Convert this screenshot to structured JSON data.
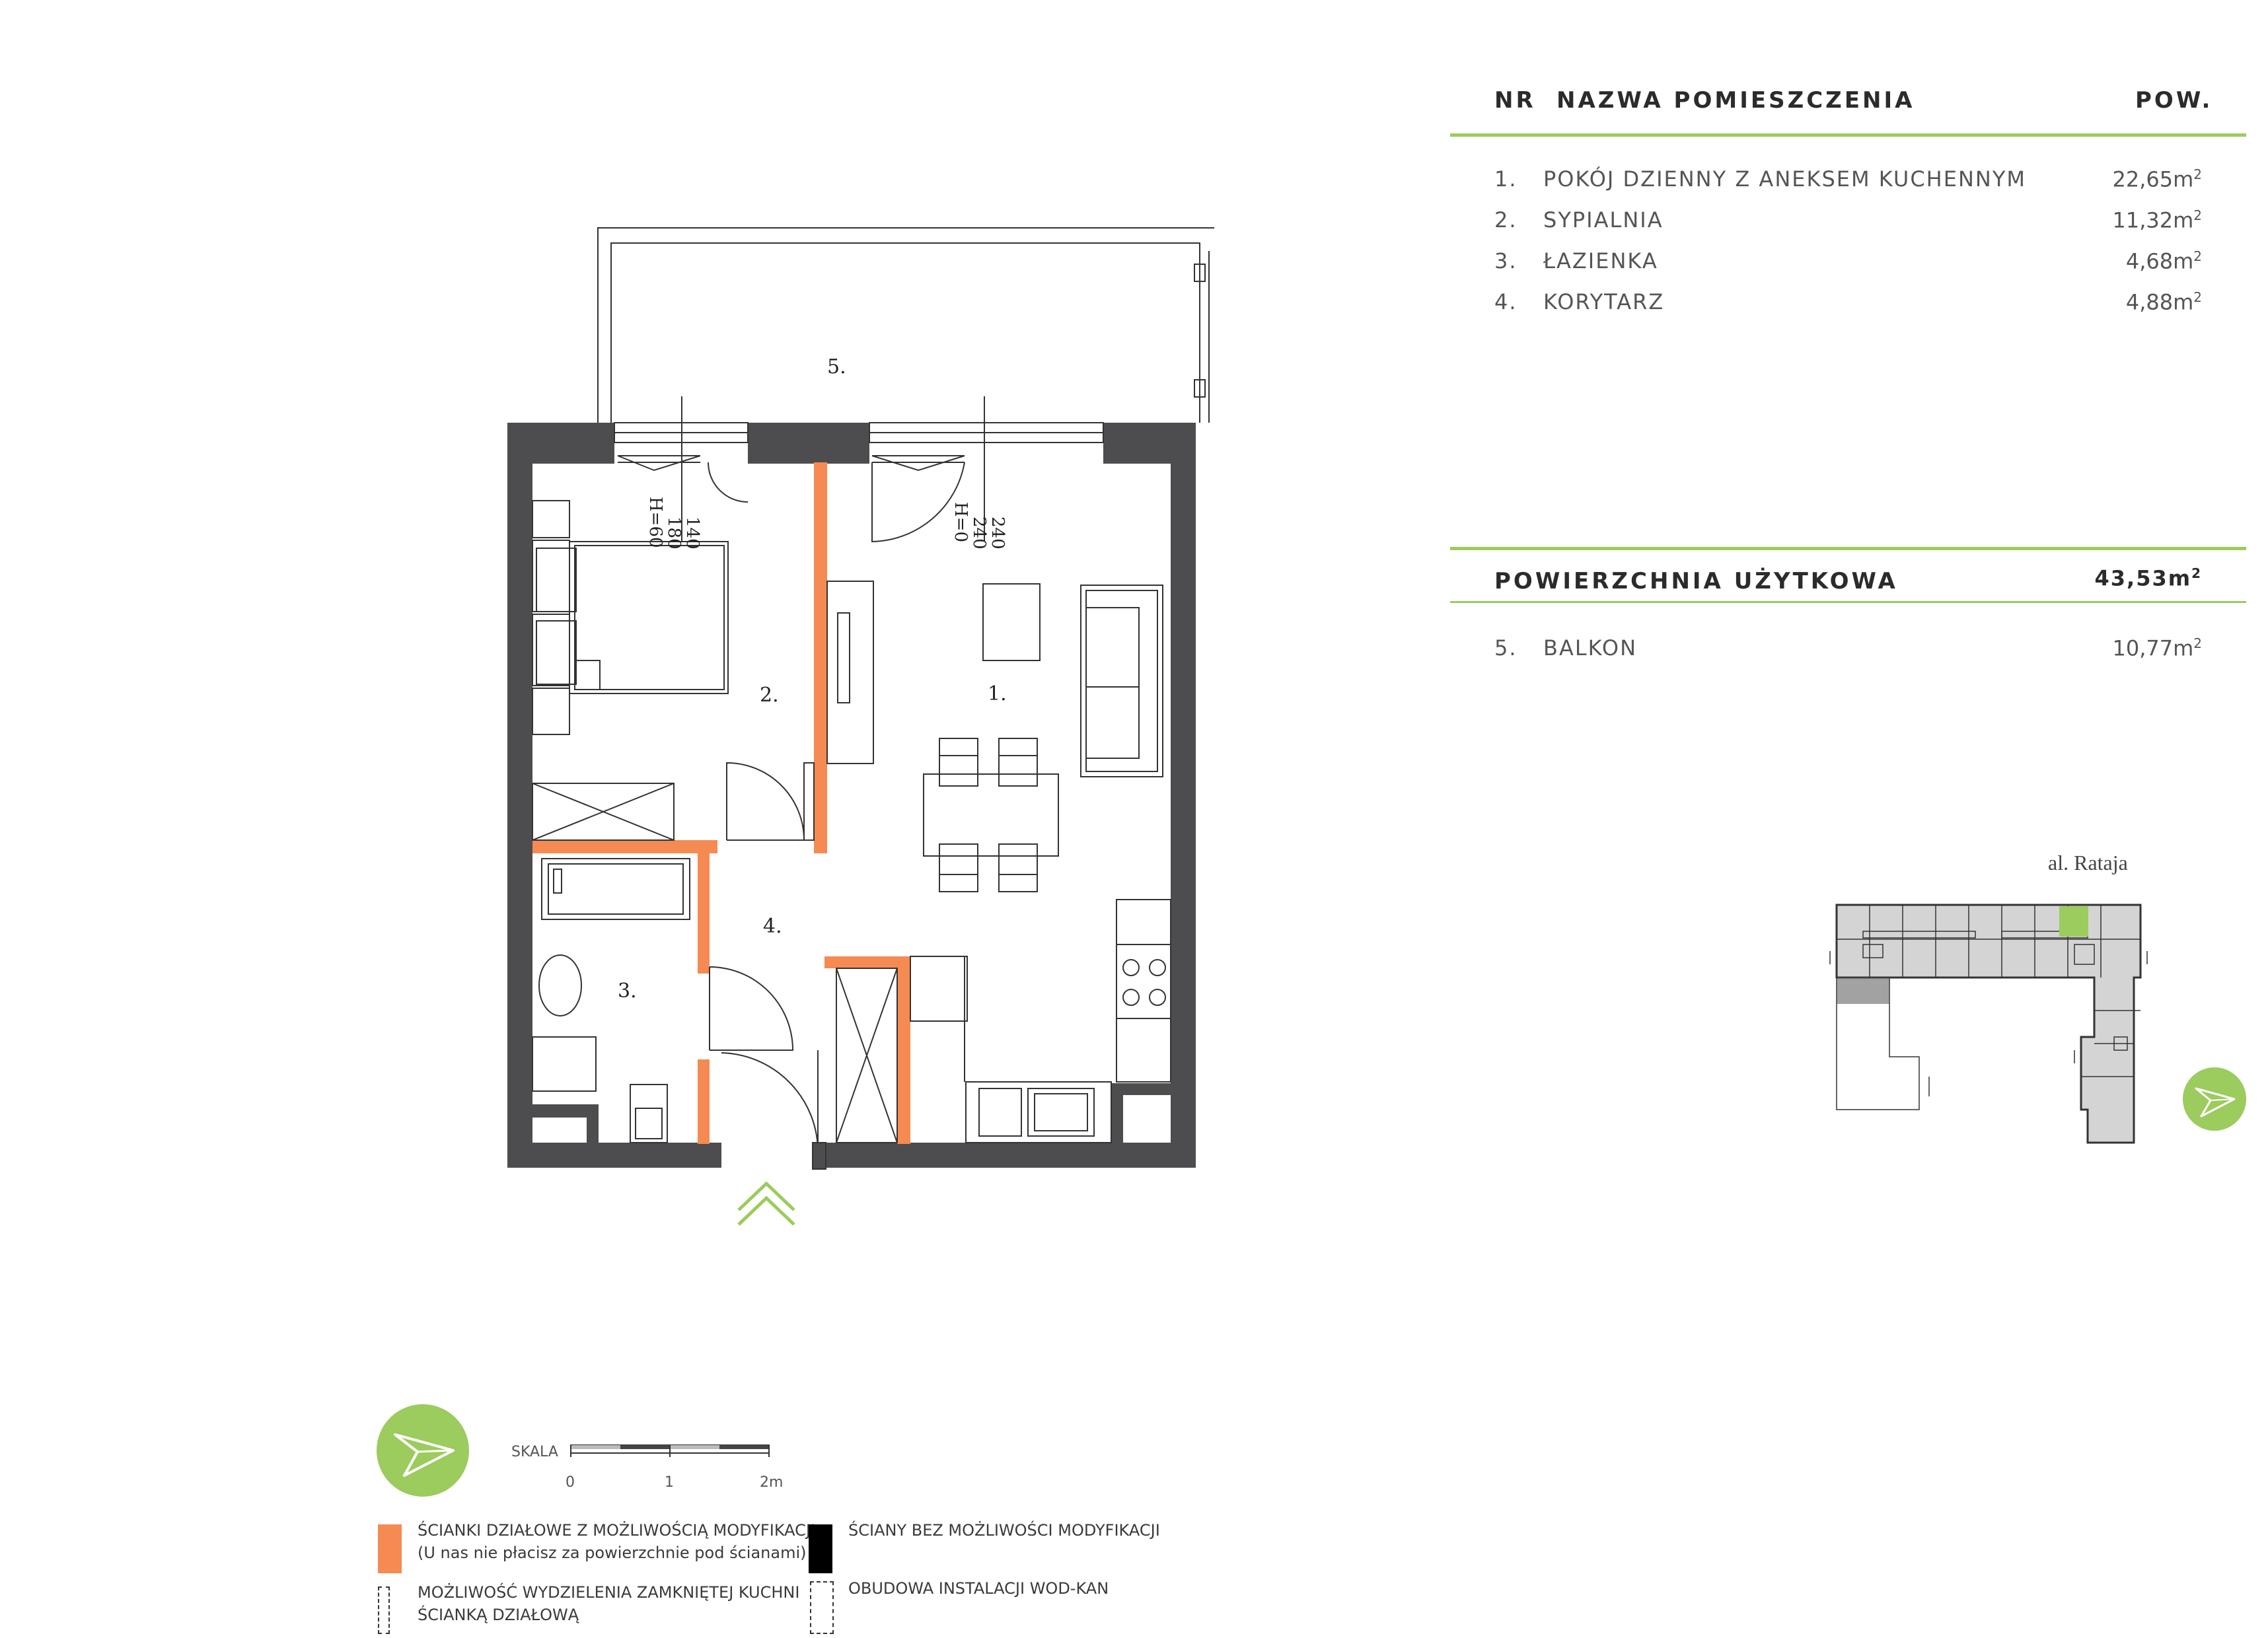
{
  "table": {
    "header": {
      "nr": "NR",
      "name": "NAZWA POMIESZCZENIA",
      "area": "POW."
    },
    "rooms": [
      {
        "nr": "1.",
        "name": "POKÓJ DZIENNY Z ANEKSEM KUCHENNYM",
        "area": "22,65m",
        "unit_exp": "2"
      },
      {
        "nr": "2.",
        "name": "SYPIALNIA",
        "area": "11,32m",
        "unit_exp": "2"
      },
      {
        "nr": "3.",
        "name": "ŁAZIENKA",
        "area": "4,68m",
        "unit_exp": "2"
      },
      {
        "nr": "4.",
        "name": "KORYTARZ",
        "area": "4,88m",
        "unit_exp": "2"
      }
    ],
    "total": {
      "label": "POWIERZCHNIA UŻYTKOWA",
      "area": "43,53m",
      "unit_exp": "2"
    },
    "extra": {
      "nr": "5.",
      "name": "BALKON",
      "area": "10,77m",
      "unit_exp": "2"
    }
  },
  "plan": {
    "room_labels": [
      "1.",
      "2.",
      "3.",
      "4.",
      "5."
    ],
    "window_left": {
      "w1": "140",
      "w2": "180",
      "h": "H=60"
    },
    "window_right": {
      "w1": "240",
      "w2": "240",
      "h": "H=0"
    }
  },
  "site": {
    "street": "al. Rataja"
  },
  "legend": {
    "scale_label": "SKALA",
    "scale_ticks": [
      "0",
      "1",
      "2m"
    ],
    "modifiable_walls_1": "ŚCIANKI DZIAŁOWE Z MOŻLIWOŚCIĄ MODYFIKACJI",
    "modifiable_walls_2": "(U nas nie płacisz za powierzchnie pod ścianami)",
    "fixed_walls": "ŚCIANY BEZ MOŻLIWOŚCI MODYFIKACJI",
    "kitchen_wall_1": "MOŻLIWOŚĆ WYDZIELENIA ZAMKNIĘTEJ KUCHNI",
    "kitchen_wall_2": "ŚCIANKĄ DZIAŁOWĄ",
    "installation": "OBUDOWA INSTALACJI WOD-KAN"
  },
  "colors": {
    "accent_green": "#9ccb5e",
    "modifiable_wall": "#f58a53",
    "fixed_wall": "#4d4d4f",
    "text": "#3a3a3a"
  },
  "icons": [
    "compass-icon",
    "entrance-chevron-icon"
  ]
}
